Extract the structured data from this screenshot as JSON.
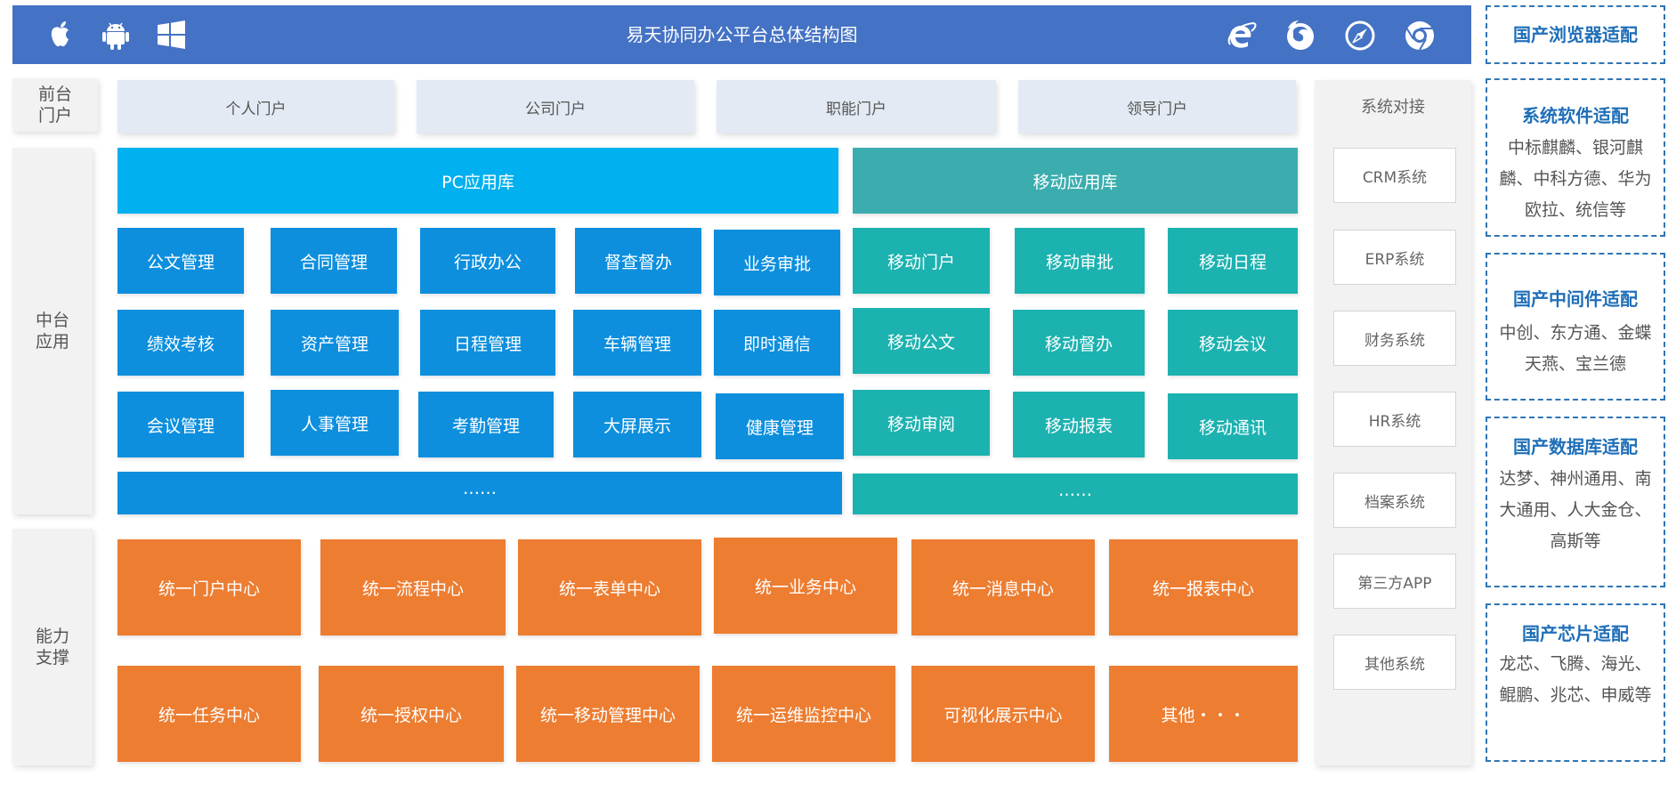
{
  "title": "易天协同办公平台总体结构图",
  "os_icons": [
    "apple-icon",
    "android-icon",
    "windows-icon"
  ],
  "browser_icons": [
    "ie-icon",
    "firefox-icon",
    "safari-icon",
    "chrome-icon"
  ],
  "layers": {
    "front": "前台门户",
    "middle": "中台应用",
    "capability": "能力支撑"
  },
  "portals": [
    "个人门户",
    "公司门户",
    "职能门户",
    "领导门户"
  ],
  "pc_library": "PC应用库",
  "mobile_library": "移动应用库",
  "pc_apps": [
    [
      "公文管理",
      "合同管理",
      "行政办公",
      "督查督办",
      "业务审批"
    ],
    [
      "绩效考核",
      "资产管理",
      "日程管理",
      "车辆管理",
      "即时通信"
    ],
    [
      "会议管理",
      "人事管理",
      "考勤管理",
      "大屏展示",
      "健康管理"
    ]
  ],
  "mobile_apps": [
    [
      "移动门户",
      "移动审批",
      "移动日程"
    ],
    [
      "移动公文",
      "移动督办",
      "移动会议"
    ],
    [
      "移动审阅",
      "移动报表",
      "移动通讯"
    ]
  ],
  "pc_more": "……",
  "mobile_more": "……",
  "capabilities": [
    [
      "统一门户中心",
      "统一流程中心",
      "统一表单中心",
      "统一业务中心",
      "统一消息中心",
      "统一报表中心"
    ],
    [
      "统一任务中心",
      "统一授权中心",
      "统一移动管理中心",
      "统一运维监控中心",
      "可视化展示中心",
      "其他・・・"
    ]
  ],
  "system_integration": {
    "title": "系统对接",
    "items": [
      "CRM系统",
      "ERP系统",
      "财务系统",
      "HR系统",
      "档案系统",
      "第三方APP",
      "其他系统"
    ]
  },
  "adaptations": [
    {
      "title": "国产浏览器适配",
      "desc": ""
    },
    {
      "title": "系统软件适配",
      "desc": "中标麒麟、银河麒麟、中科方德、华为欧拉、统信等"
    },
    {
      "title": "国产中间件适配",
      "desc": "中创、东方通、金蝶天燕、宝兰德"
    },
    {
      "title": "国产数据库适配",
      "desc": "达梦、神州通用、南大通用、人大金仓、高斯等"
    },
    {
      "title": "国产芯片适配",
      "desc": "龙芯、飞腾、海光、鲲鹏、兆芯、申威等"
    }
  ],
  "colors": {
    "topbar": "#4472c4",
    "pc_library": "#00b0ef",
    "pc_app": "#0d8fde",
    "mobile_library": "#3cadaf",
    "mobile_app": "#1cb2b0",
    "capability": "#ed7d31",
    "adapt_border": "#2e75b6"
  }
}
